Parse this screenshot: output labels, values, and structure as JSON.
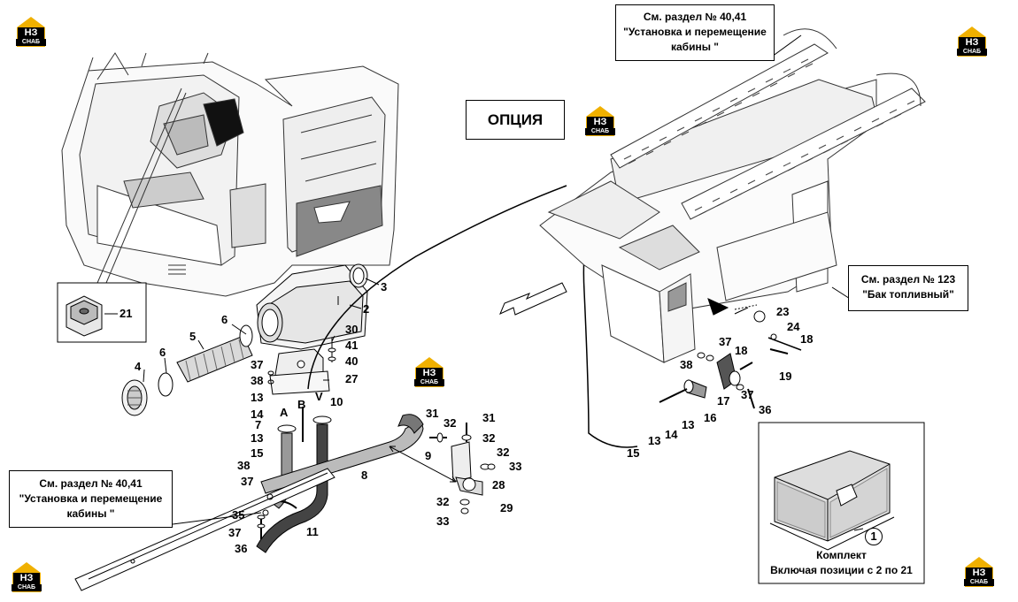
{
  "logos": [
    {
      "id": "logo-top-left",
      "mark": "НЗ",
      "sub": "СНАБ"
    },
    {
      "id": "logo-top-right",
      "mark": "НЗ",
      "sub": "СНАБ"
    },
    {
      "id": "logo-center",
      "mark": "НЗ",
      "sub": "СНАБ"
    },
    {
      "id": "logo-middle",
      "mark": "НЗ",
      "sub": "СНАБ"
    },
    {
      "id": "logo-bottom-left",
      "mark": "НЗ",
      "sub": "СНАБ"
    },
    {
      "id": "logo-bottom-right",
      "mark": "НЗ",
      "sub": "СНАБ"
    }
  ],
  "boxes": {
    "ref_cab_top": {
      "line1": "См. раздел № 40,41",
      "line2": "\"Установка и перемещение",
      "line3": "кабины \""
    },
    "ref_cab_bottom": {
      "line1": "См. раздел № 40,41",
      "line2": "\"Установка и перемещение",
      "line3": "кабины \""
    },
    "ref_tank": {
      "line1": "См. раздел № 123",
      "line2": "\"Бак топливный\""
    },
    "option": "ОПЦИЯ"
  },
  "kit": {
    "title": "Комплект",
    "subtitle": "Включая позиции с 2 по 21",
    "part": "1"
  },
  "callouts": [
    {
      "id": "c21",
      "text": "21"
    },
    {
      "id": "c3",
      "text": "3"
    },
    {
      "id": "c2",
      "text": "2"
    },
    {
      "id": "c6a",
      "text": "6"
    },
    {
      "id": "c5",
      "text": "5"
    },
    {
      "id": "c6b",
      "text": "6"
    },
    {
      "id": "c4",
      "text": "4"
    },
    {
      "id": "c30",
      "text": "30"
    },
    {
      "id": "c41",
      "text": "41"
    },
    {
      "id": "c40",
      "text": "40"
    },
    {
      "id": "c37a",
      "text": "37"
    },
    {
      "id": "c27",
      "text": "27"
    },
    {
      "id": "c38a",
      "text": "38"
    },
    {
      "id": "c13a",
      "text": "13"
    },
    {
      "id": "cB",
      "text": "B"
    },
    {
      "id": "cV",
      "text": "V"
    },
    {
      "id": "c10",
      "text": "10"
    },
    {
      "id": "cA",
      "text": "A"
    },
    {
      "id": "c14a",
      "text": "14"
    },
    {
      "id": "c7",
      "text": "7"
    },
    {
      "id": "c13b",
      "text": "13"
    },
    {
      "id": "c15a",
      "text": "15"
    },
    {
      "id": "c38b",
      "text": "38"
    },
    {
      "id": "c37b",
      "text": "37"
    },
    {
      "id": "c8",
      "text": "8"
    },
    {
      "id": "c35",
      "text": "35"
    },
    {
      "id": "c37c",
      "text": "37"
    },
    {
      "id": "c36a",
      "text": "36"
    },
    {
      "id": "c11",
      "text": "11"
    },
    {
      "id": "c31a",
      "text": "31"
    },
    {
      "id": "c32a",
      "text": "32"
    },
    {
      "id": "c31b",
      "text": "31"
    },
    {
      "id": "c9",
      "text": "9"
    },
    {
      "id": "c32b",
      "text": "32"
    },
    {
      "id": "c32c",
      "text": "32"
    },
    {
      "id": "c33a",
      "text": "33"
    },
    {
      "id": "c28",
      "text": "28"
    },
    {
      "id": "c29",
      "text": "29"
    },
    {
      "id": "c32d",
      "text": "32"
    },
    {
      "id": "c33b",
      "text": "33"
    },
    {
      "id": "c23",
      "text": "23"
    },
    {
      "id": "c24",
      "text": "24"
    },
    {
      "id": "c18a",
      "text": "18"
    },
    {
      "id": "c37d",
      "text": "37"
    },
    {
      "id": "c18b",
      "text": "18"
    },
    {
      "id": "c38c",
      "text": "38"
    },
    {
      "id": "c19",
      "text": "19"
    },
    {
      "id": "c37e",
      "text": "37"
    },
    {
      "id": "c17",
      "text": "17"
    },
    {
      "id": "c36b",
      "text": "36"
    },
    {
      "id": "c16",
      "text": "16"
    },
    {
      "id": "c13c",
      "text": "13"
    },
    {
      "id": "c14b",
      "text": "14"
    },
    {
      "id": "c13d",
      "text": "13"
    },
    {
      "id": "c15b",
      "text": "15"
    }
  ]
}
